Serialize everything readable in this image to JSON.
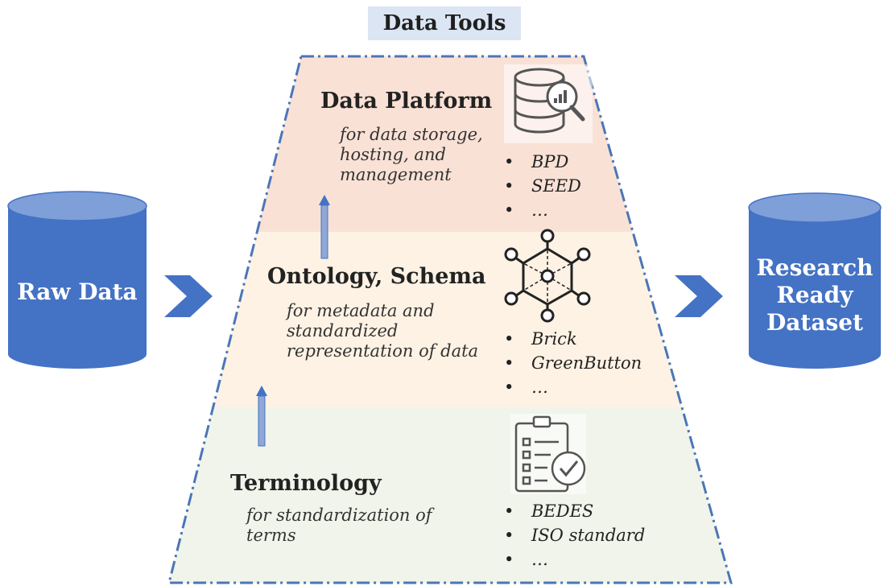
{
  "title": "Data Tools",
  "input": {
    "label": "Raw Data"
  },
  "output": {
    "label_lines": [
      "Research",
      "Ready",
      "Dataset"
    ]
  },
  "layers": [
    {
      "heading": "Data Platform",
      "description_lines": [
        "for data storage,",
        "hosting, and",
        "management"
      ],
      "icon": "database-search-icon",
      "examples": [
        "BPD",
        "SEED",
        "…"
      ],
      "fill": "#f9e1d6"
    },
    {
      "heading": "Ontology, Schema",
      "description_lines": [
        "for metadata and",
        "standardized",
        "representation of data"
      ],
      "icon": "hexagon-network-icon",
      "examples": [
        "Brick",
        "GreenButton",
        "…"
      ],
      "fill": "#fdf2e4"
    },
    {
      "heading": "Terminology",
      "description_lines": [
        "for standardization of",
        "terms"
      ],
      "icon": "checklist-clipboard-icon",
      "examples": [
        "BEDES",
        "ISO standard",
        "…"
      ],
      "fill": "#f1f4ea"
    }
  ],
  "colors": {
    "accent_blue": "#4472c4",
    "dashed_border": "#4a76b8"
  }
}
